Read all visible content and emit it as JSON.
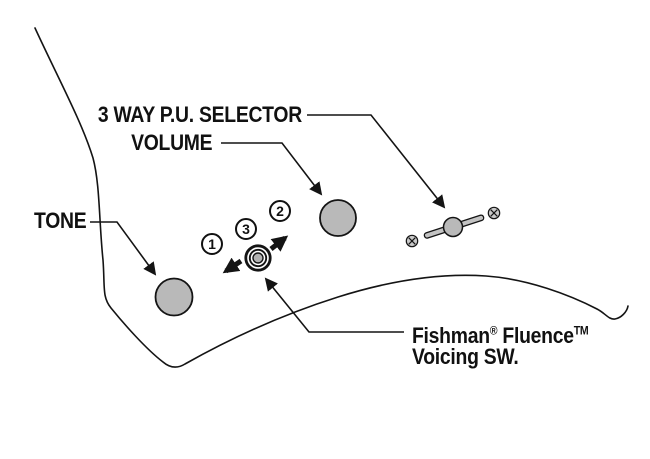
{
  "labels": {
    "selector": "3 WAY P.U. SELECTOR",
    "volume": "VOLUME",
    "tone": "TONE",
    "voicing_brand": "Fishman",
    "voicing_reg": "®",
    "voicing_product": "Fluence",
    "voicing_tm": "TM",
    "voicing_line2": "Voicing SW."
  },
  "markers": {
    "pos1": "1",
    "pos2": "2",
    "pos3": "3"
  },
  "colors": {
    "line": "#141414",
    "knob_fill": "#b9b9b9",
    "lever_fill": "#c3c3c3",
    "screw_fill": "#c9c9c9",
    "voicing_center_fill": "#b2b2b2",
    "background": "#ffffff"
  }
}
